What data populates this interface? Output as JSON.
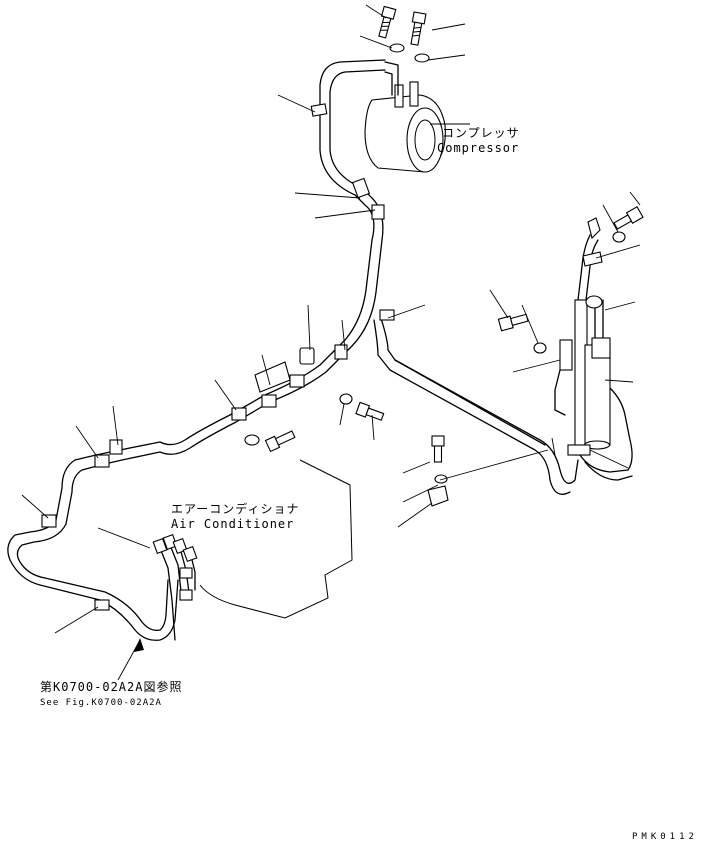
{
  "labels": {
    "compressor_jp": "コンプレッサ",
    "compressor_en": "Compressor",
    "aircon_jp": "エアーコンディショナ",
    "aircon_en": "Air Conditioner",
    "ref_jp": "第K0700-02A2A図参照",
    "ref_en": "See Fig.K0700-02A2A",
    "drawing_code": "PMK0112"
  }
}
